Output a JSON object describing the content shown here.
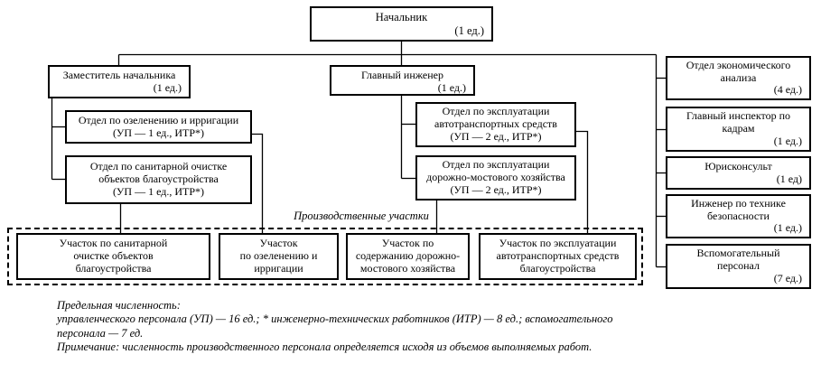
{
  "org": {
    "head": {
      "title": "Начальник",
      "count": "(1 ед.)"
    },
    "deputy": {
      "title": "Заместитель начальника",
      "count": "(1 ед.)"
    },
    "chief_engineer": {
      "title": "Главный инженер",
      "count": "(1 ед.)"
    },
    "deputy_departments": [
      {
        "title": "Отдел по озеленению и ирригации",
        "count": "(УП — 1 ед., ИТР*)"
      },
      {
        "title": "Отдел по санитарной очистке\nобъектов благоустройства",
        "count": "(УП — 1 ед., ИТР*)"
      }
    ],
    "engineer_departments": [
      {
        "title": "Отдел по эксплуатации\nавтотранспортных средств",
        "count": "(УП — 2 ед., ИТР*)"
      },
      {
        "title": "Отдел по эксплуатации\nдорожно-мостового хозяйства",
        "count": "(УП — 2 ед., ИТР*)"
      }
    ],
    "staff_units": [
      {
        "title": "Отдел экономического\nанализа",
        "count": "(4 ед.)"
      },
      {
        "title": "Главный инспектор по\nкадрам",
        "count": "(1 ед.)"
      },
      {
        "title": "Юрисконсульт",
        "count": "(1 ед)"
      },
      {
        "title": "Инженер по технике\nбезопасности",
        "count": "(1 ед.)"
      },
      {
        "title": "Вспомогательный\nперсонал",
        "count": "(7 ед.)"
      }
    ],
    "production": {
      "label": "Производственные участки",
      "units": [
        {
          "title": "Участок по санитарной\nочистке объектов\nблагоустройства"
        },
        {
          "title": "Участок\nпо озеленению и\nирригации"
        },
        {
          "title": "Участок по\nсодержанию дорожно-\nмостового хозяйства"
        },
        {
          "title": "Участок по эксплуатации\nавтотранспортных средств\nблагоустройства"
        }
      ]
    }
  },
  "notes": {
    "lines": [
      "Предельная численность:",
      "управленческого персонала (УП) — 16 ед.; * инженерно-технических работников (ИТР) — 8 ед.; вспомогательного",
      "персонала — 7 ед.",
      "Примечание: численность производственного персонала определяется исходя из объемов выполняемых работ."
    ]
  }
}
